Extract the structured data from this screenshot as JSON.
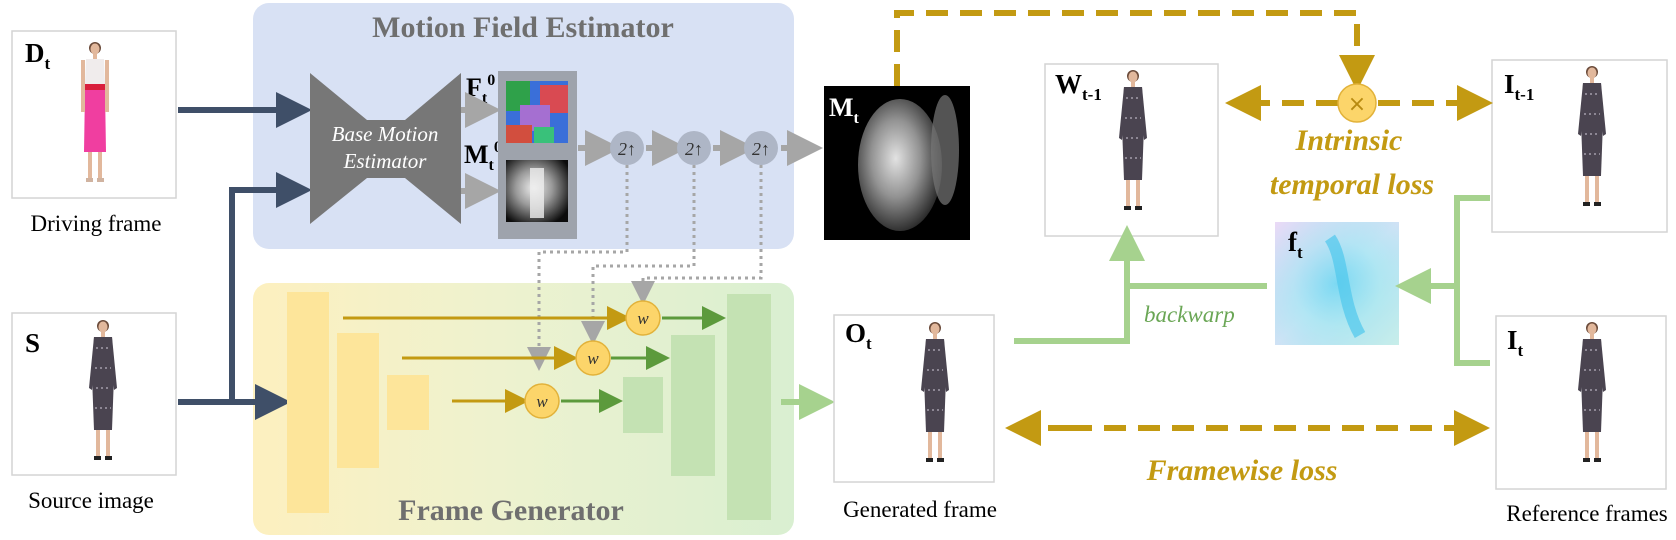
{
  "panels": {
    "motion": {
      "title": "Motion Field Estimator",
      "bg": "#d8e1f4"
    },
    "generator": {
      "title": "Frame Generator"
    }
  },
  "inputs": {
    "driving": {
      "symbol": "D",
      "sub": "t",
      "caption": "Driving frame"
    },
    "source": {
      "symbol": "S",
      "caption": "Source image"
    }
  },
  "estimator": {
    "line1": "Base Motion",
    "line2": "Estimator"
  },
  "intermediate": {
    "flow0": {
      "symbol": "F",
      "sub": "t",
      "sup": "0"
    },
    "mask0": {
      "symbol": "M",
      "sub": "t",
      "sup": "0"
    },
    "mask_final": {
      "symbol": "M",
      "sub": "t"
    }
  },
  "upsample_labels": [
    "2↑",
    "2↑",
    "2↑"
  ],
  "weight_labels": [
    "w",
    "w",
    "w"
  ],
  "output": {
    "symbol": "O",
    "sub": "t",
    "caption": "Generated frame"
  },
  "reference": {
    "prev": {
      "symbol": "I",
      "sub": "t-1"
    },
    "curr": {
      "symbol": "I",
      "sub": "t"
    },
    "caption": "Reference frames"
  },
  "warped": {
    "symbol": "W",
    "sub": "t-1"
  },
  "flow": {
    "symbol": "f",
    "sub": "t"
  },
  "labels": {
    "backwarp": "backwarp",
    "intrinsic_line1": "Intrinsic",
    "intrinsic_line2": "temporal loss",
    "framewise": "Framewise loss",
    "multiply": "×"
  },
  "colors": {
    "navy": "#3f4f68",
    "gray": "#a6a6a6",
    "gold": "#c39a12",
    "green": "#a6d28e",
    "dark_green": "#5c9a3c",
    "yellow_block": "#fde59a",
    "green_block": "#c4e2b3",
    "circle_gray": "#aeb6c6",
    "circle_yellow": "#fcd56a"
  }
}
